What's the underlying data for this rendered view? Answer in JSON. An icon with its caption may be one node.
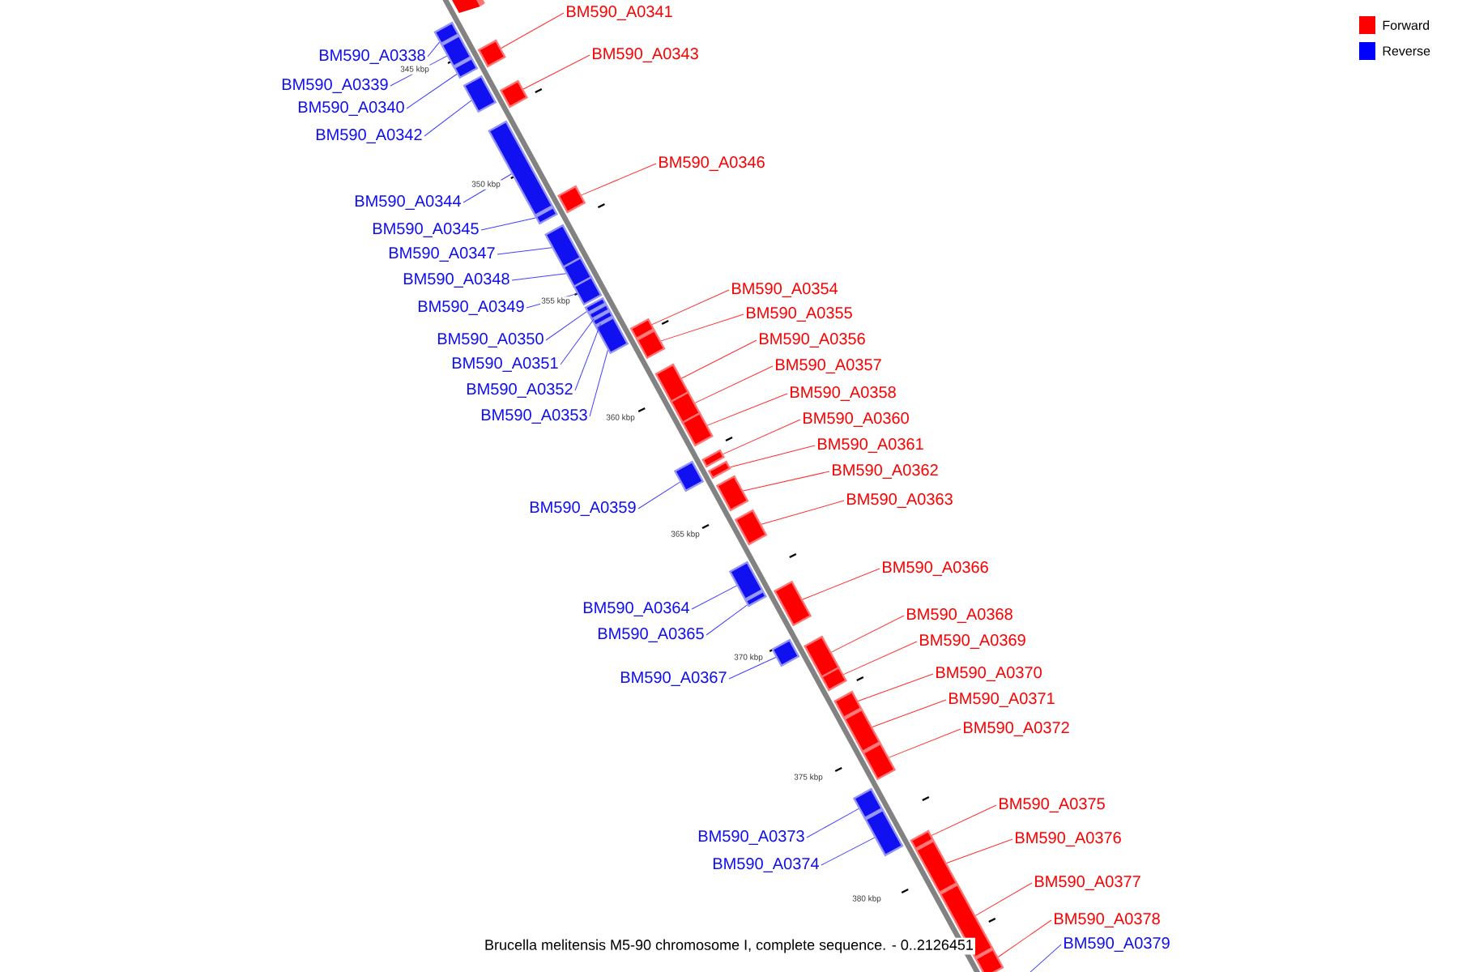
{
  "diagram": {
    "caption": "Brucella melitensis M5-90 chromosome I, complete sequence. - 0..2126451",
    "nodes": [
      {
        "text": [
          "BM590_A0338"
        ]
      },
      {
        "text": [
          "BM590_A0339"
        ]
      },
      {
        "text": [
          "BM590_A0340"
        ]
      },
      {
        "text": [
          "BM590_A0341"
        ]
      },
      {
        "text": [
          "BM590_A0342"
        ]
      },
      {
        "text": [
          "BM590_A0343"
        ]
      },
      {
        "text": [
          "BM590_A0344"
        ]
      },
      {
        "text": [
          "BM590_A0345"
        ]
      },
      {
        "text": [
          "BM590_A0346"
        ]
      },
      {
        "text": [
          "BM590_A0347"
        ]
      },
      {
        "text": [
          "BM590_A0348"
        ]
      },
      {
        "text": [
          "BM590_A0349"
        ]
      },
      {
        "text": [
          "BM590_A0350"
        ]
      },
      {
        "text": [
          "BM590_A0351"
        ]
      },
      {
        "text": [
          "BM590_A0352"
        ]
      },
      {
        "text": [
          "BM590_A0353"
        ]
      },
      {
        "text": [
          "BM590_A0354"
        ]
      },
      {
        "text": [
          "BM590_A0355"
        ]
      },
      {
        "text": [
          "BM590_A0356"
        ]
      },
      {
        "text": [
          "BM590_A0357"
        ]
      },
      {
        "text": [
          "BM590_A0358"
        ]
      },
      {
        "text": [
          "BM590_A0359"
        ]
      },
      {
        "text": [
          "BM590_A0360"
        ]
      },
      {
        "text": [
          "BM590_A0361"
        ]
      },
      {
        "text": [
          "BM590_A0362"
        ]
      },
      {
        "text": [
          "BM590_A0363"
        ]
      },
      {
        "text": [
          "BM590_A0364"
        ]
      },
      {
        "text": [
          "BM590_A0365"
        ]
      },
      {
        "text": [
          "BM590_A0366"
        ]
      },
      {
        "text": [
          "BM590_A0367"
        ]
      },
      {
        "text": [
          "BM590_A0368"
        ]
      },
      {
        "text": [
          "BM590_A0369"
        ]
      },
      {
        "text": [
          "BM590_A0370"
        ]
      },
      {
        "text": [
          "BM590_A0371"
        ]
      },
      {
        "text": [
          "BM590_A0372"
        ]
      },
      {
        "text": [
          "BM590_A0373"
        ]
      },
      {
        "text": [
          "BM590_A0374"
        ]
      },
      {
        "text": [
          "BM590_A0375"
        ]
      },
      {
        "text": [
          "BM590_A0376"
        ]
      },
      {
        "text": [
          "BM590_A0377"
        ]
      },
      {
        "text": [
          "BM590_A0378"
        ]
      },
      {
        "text": [
          "BM590_A0379"
        ]
      },
      {
        "text": [],
        "shape": "box"
      },
      {
        "text": [],
        "shape": "box"
      },
      {
        "text": [],
        "shape": "box"
      },
      {
        "text": [],
        "shape": "box"
      },
      {
        "text": [],
        "shape": "box"
      },
      {
        "text": [],
        "shape": "box"
      },
      {
        "text": [],
        "shape": "box"
      },
      {
        "text": [],
        "shape": "box"
      },
      {
        "text": [],
        "shape": "box"
      },
      {
        "text": [],
        "shape": "box"
      },
      {
        "text": [],
        "shape": "box"
      },
      {
        "text": [],
        "shape": "box"
      },
      {
        "text": [],
        "shape": "box"
      },
      {
        "text": [],
        "shape": "box"
      },
      {
        "text": [],
        "shape": "box"
      },
      {
        "text": [],
        "shape": "box"
      },
      {
        "text": [],
        "shape": "box"
      },
      {
        "text": [],
        "shape": "box"
      },
      {
        "text": [],
        "shape": "box"
      },
      {
        "text": [],
        "shape": "box"
      },
      {
        "text": [],
        "shape": "box"
      },
      {
        "text": [],
        "shape": "box"
      },
      {
        "text": [],
        "shape": "box"
      },
      {
        "text": [],
        "shape": "box"
      },
      {
        "text": [],
        "shape": "box"
      },
      {
        "text": [],
        "shape": "box"
      },
      {
        "text": [],
        "shape": "box"
      },
      {
        "text": [],
        "shape": "box"
      },
      {
        "text": [],
        "shape": "box"
      },
      {
        "text": [],
        "shape": "box"
      },
      {
        "text": [],
        "shape": "box"
      },
      {
        "text": [],
        "shape": "box"
      },
      {
        "text": [],
        "shape": "box"
      },
      {
        "text": [],
        "shape": "box"
      },
      {
        "text": [],
        "shape": "box"
      },
      {
        "text": [],
        "shape": "box"
      },
      {
        "text": [],
        "shape": "box"
      },
      {
        "text": [],
        "shape": "box"
      },
      {
        "text": [],
        "shape": "box"
      },
      {
        "text": [],
        "shape": "box"
      },
      {
        "text": [],
        "shape": "box"
      }
    ],
    "edges": [
      {
        "from": 0,
        "to": 42,
        "arrow": "none",
        "color": "#4040ff"
      },
      {
        "from": 1,
        "to": 43,
        "arrow": "none",
        "color": "#4040ff"
      },
      {
        "from": 2,
        "to": 44,
        "arrow": "none",
        "color": "#4040ff"
      },
      {
        "from": 3,
        "to": 45,
        "arrow": "none"
      },
      {
        "from": 4,
        "to": 46,
        "arrow": "none",
        "color": "#4040ff"
      },
      {
        "from": 5,
        "to": 47,
        "arrow": "none"
      },
      {
        "from": 6,
        "to": 48,
        "arrow": "none",
        "color": "#4040ff"
      },
      {
        "from": 7,
        "to": 49,
        "arrow": "none",
        "color": "#4040ff"
      },
      {
        "from": 8,
        "to": 50,
        "arrow": "none"
      },
      {
        "from": 9,
        "to": 51,
        "arrow": "none",
        "color": "#4040ff"
      },
      {
        "from": 10,
        "to": 52,
        "arrow": "none",
        "color": "#4040ff"
      },
      {
        "from": 11,
        "to": 53,
        "arrow": "none",
        "color": "#4040ff"
      },
      {
        "from": 12,
        "to": 54,
        "arrow": "none",
        "color": "#4040ff"
      },
      {
        "from": 13,
        "to": 55,
        "arrow": "none",
        "color": "#4040ff"
      },
      {
        "from": 14,
        "to": 56,
        "arrow": "none",
        "color": "#4040ff"
      },
      {
        "from": 15,
        "to": 57,
        "arrow": "none",
        "color": "#4040ff"
      },
      {
        "from": 16,
        "to": 58,
        "arrow": "none"
      },
      {
        "from": 17,
        "to": 59,
        "arrow": "none"
      },
      {
        "from": 18,
        "to": 60,
        "arrow": "none"
      },
      {
        "from": 19,
        "to": 61,
        "arrow": "none"
      },
      {
        "from": 20,
        "to": 62,
        "arrow": "none"
      },
      {
        "from": 21,
        "to": 63,
        "arrow": "none",
        "color": "#4040ff"
      },
      {
        "from": 22,
        "to": 64,
        "arrow": "none"
      },
      {
        "from": 23,
        "to": 65,
        "arrow": "none"
      },
      {
        "from": 24,
        "to": 66,
        "arrow": "none"
      },
      {
        "from": 25,
        "to": 67,
        "arrow": "none"
      },
      {
        "from": 26,
        "to": 68,
        "arrow": "none",
        "color": "#4040ff"
      },
      {
        "from": 27,
        "to": 69,
        "arrow": "none",
        "color": "#4040ff"
      },
      {
        "from": 28,
        "to": 70,
        "arrow": "none"
      },
      {
        "from": 29,
        "to": 71,
        "arrow": "none",
        "color": "#4040ff"
      },
      {
        "from": 30,
        "to": 72,
        "arrow": "none"
      },
      {
        "from": 31,
        "to": 73,
        "arrow": "none"
      },
      {
        "from": 32,
        "to": 74,
        "arrow": "none"
      },
      {
        "from": 33,
        "to": 75,
        "arrow": "none"
      },
      {
        "from": 34,
        "to": 76,
        "arrow": "none"
      },
      {
        "from": 35,
        "to": 77,
        "arrow": "none",
        "color": "#4040ff"
      },
      {
        "from": 36,
        "to": 78,
        "arrow": "none",
        "color": "#4040ff"
      },
      {
        "from": 37,
        "to": 79,
        "arrow": "none"
      },
      {
        "from": 38,
        "to": 80,
        "arrow": "none"
      },
      {
        "from": 39,
        "to": 81,
        "arrow": "none"
      },
      {
        "from": 40,
        "to": 82,
        "arrow": "none"
      },
      {
        "from": 41,
        "to": null,
        "arrow": "none",
        "color": "#4040ff"
      }
    ],
    "labels": [
      "345 kbp",
      "350 kbp",
      "355 kbp",
      "360 kbp",
      "365 kbp",
      "370 kbp",
      "375 kbp",
      "380 kbp"
    ],
    "legend": [
      {
        "text": "Forward",
        "color": "#ff0000"
      },
      {
        "text": "Reverse",
        "color": "#0000ff"
      }
    ]
  }
}
